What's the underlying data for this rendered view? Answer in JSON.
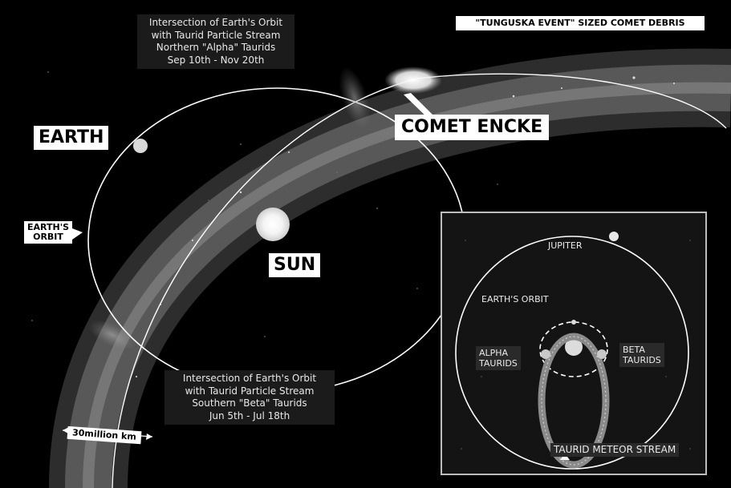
{
  "labels": {
    "debris": "\"TUNGUSKA EVENT\" SIZED COMET DEBRIS",
    "alpha_intersection": [
      "Intersection of Earth's Orbit",
      "with Taurid Particle Stream",
      "Northern \"Alpha\" Taurids",
      "Sep 10th - Nov 20th"
    ],
    "beta_intersection": [
      "Intersection of Earth's Orbit",
      "with Taurid Particle Stream",
      "Southern \"Beta\" Taurids",
      "Jun 5th - Jul 18th"
    ],
    "earth": "EARTH",
    "earths_orbit": [
      "EARTH'S",
      "ORBIT"
    ],
    "sun": "SUN",
    "comet": "COMET ENCKE",
    "scale": "30million km"
  },
  "inset": {
    "jupiter": "JUPITER",
    "earths_orbit": "EARTH'S ORBIT",
    "alpha": [
      "ALPHA",
      "TAURIDS"
    ],
    "beta": [
      "BETA",
      "TAURIDS"
    ],
    "stream": "TAURID METEOR STREAM"
  }
}
